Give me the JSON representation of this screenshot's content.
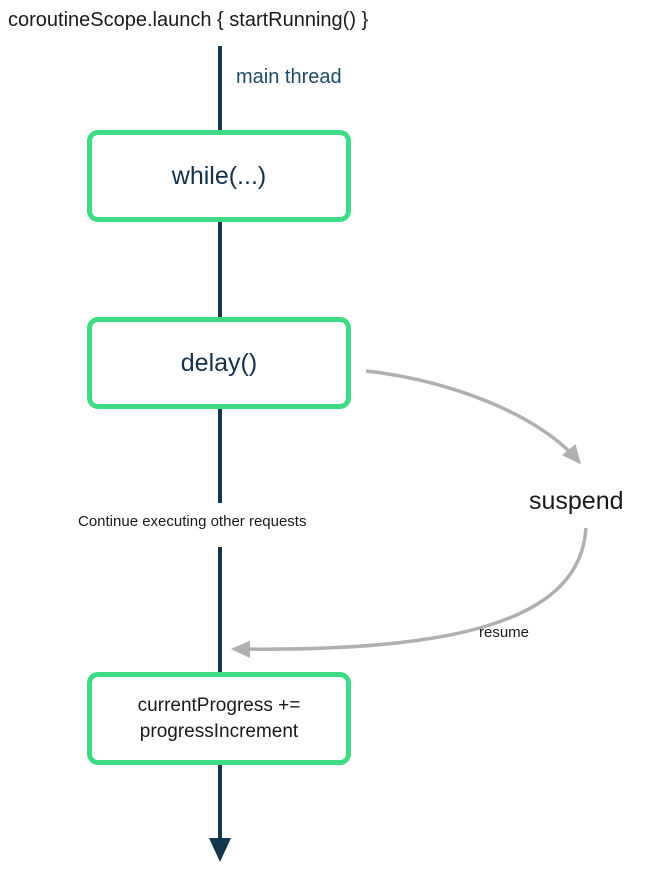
{
  "title": "coroutineScope.launch { startRunning() }",
  "thread": {
    "label": "main thread"
  },
  "nodes": {
    "while_box": {
      "label": "while(...)"
    },
    "delay_box": {
      "label": "delay()"
    },
    "progress_box": {
      "line1": "currentProgress +=",
      "line2": "progressIncrement"
    }
  },
  "annotations": {
    "continue_label": "Continue executing other requests",
    "suspend_label": "suspend",
    "resume_label": "resume"
  },
  "colors": {
    "box_green": "#3ddc84",
    "thread_line": "#14374d",
    "thread_text": "#1c4b66",
    "box_text_navy": "#15304a",
    "arrow_gray": "#b0b0b0",
    "text_black": "#1a1a1a"
  }
}
